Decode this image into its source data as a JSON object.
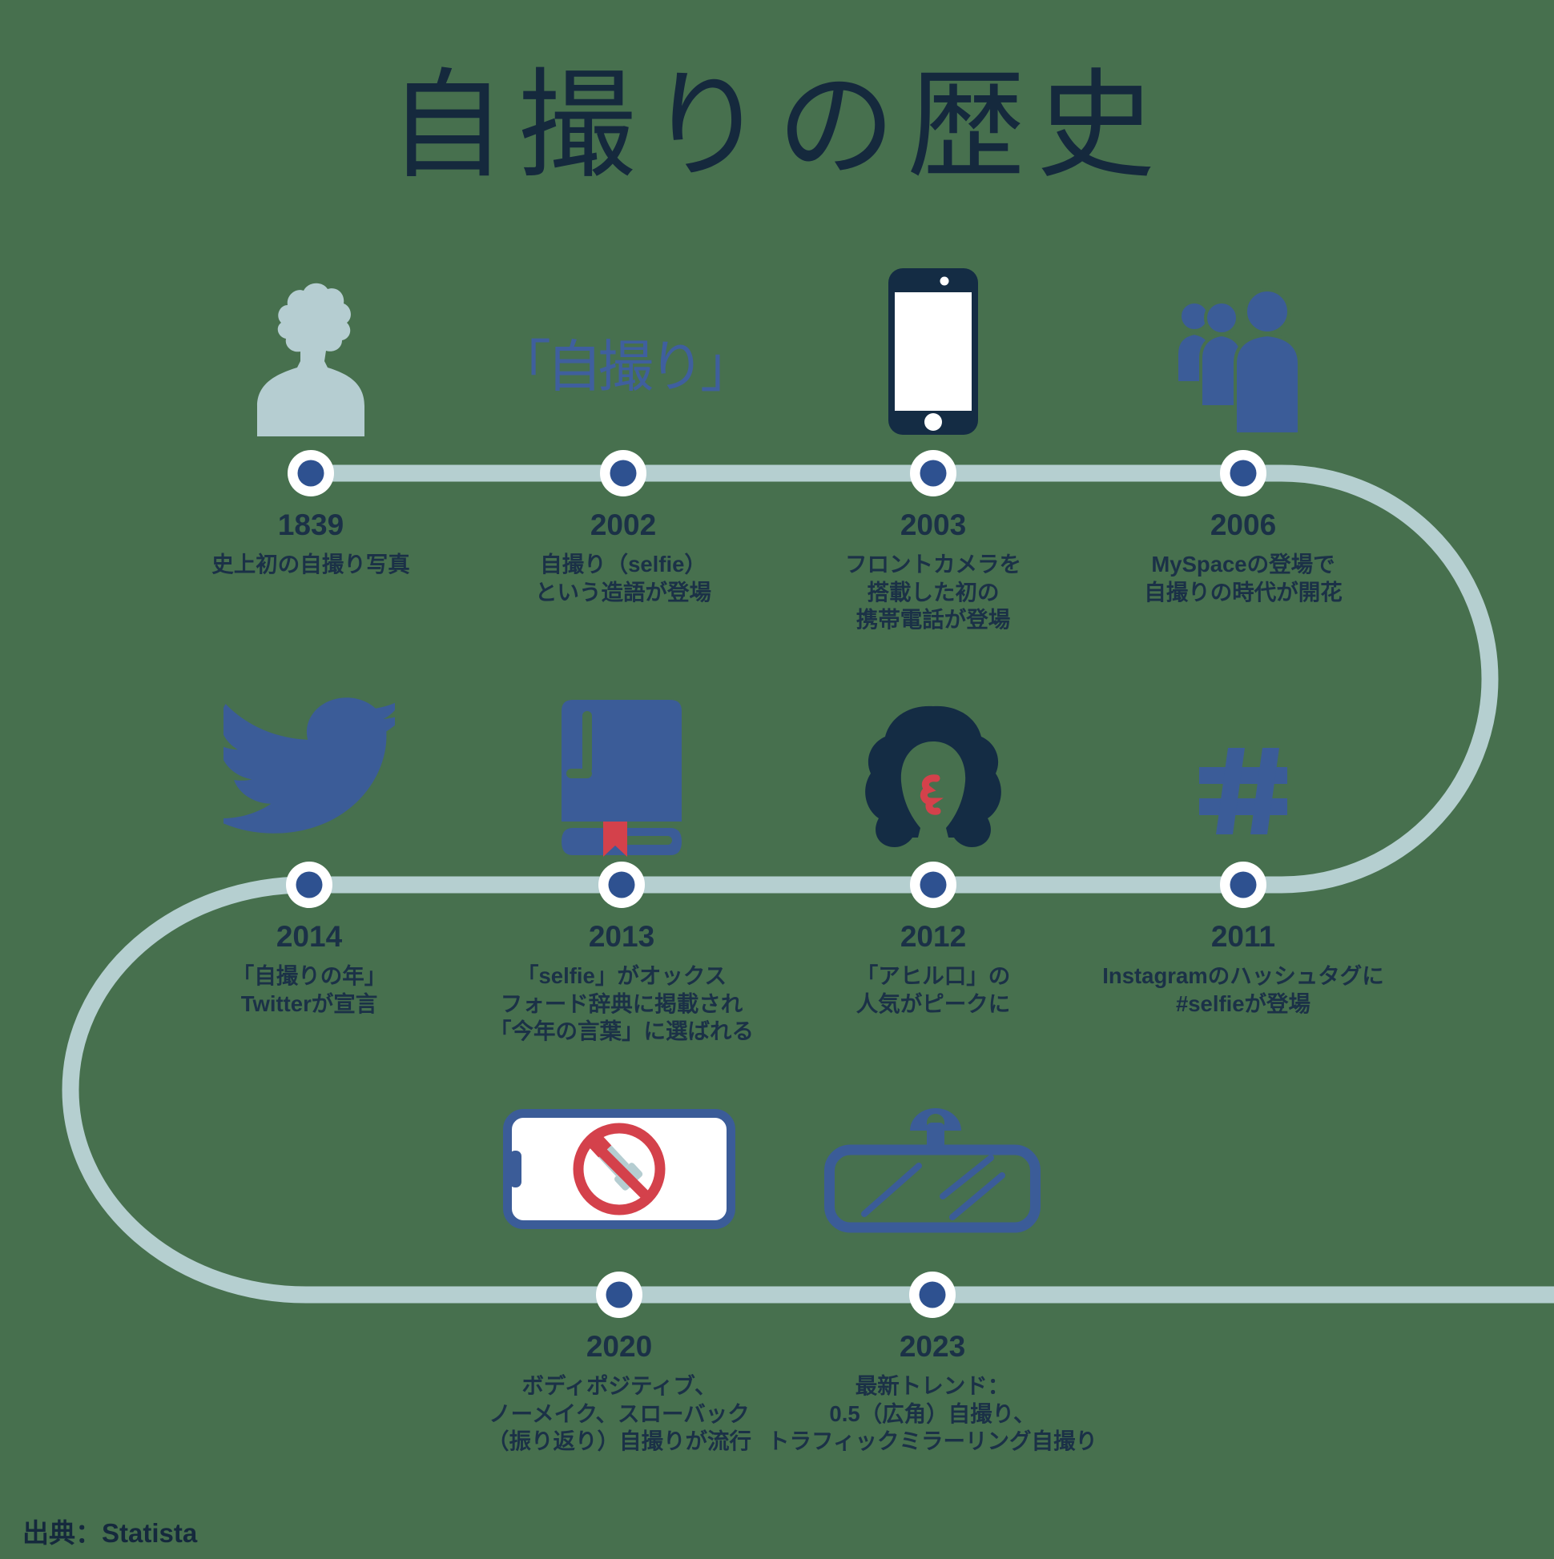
{
  "title": "自撮りの歴史",
  "source": "出典：Statista",
  "colors": {
    "background": "#47704e",
    "timeline": "#b5cfd0",
    "dot_inner": "#2e5190",
    "dot_outer": "#ffffff",
    "icon_blue": "#3b5c98",
    "icon_dark": "#142c44",
    "icon_light": "#b5cdd1",
    "accent_red": "#d4414b",
    "text": "#1b3147",
    "title_color": "#15293d"
  },
  "events": [
    {
      "year": "1839",
      "icon": "person-silhouette-icon",
      "desc": "史上初の自撮り写真"
    },
    {
      "year": "2002",
      "icon": "selfie-word-icon",
      "icon_text": "「自撮り」",
      "desc": "自撮り（selfie）\nという造語が登場"
    },
    {
      "year": "2003",
      "icon": "front-camera-phone-icon",
      "desc": "フロントカメラを\n搭載した初の\n携帯電話が登場"
    },
    {
      "year": "2006",
      "icon": "myspace-people-icon",
      "desc": "MySpaceの登場で\n自撮りの時代が開花"
    },
    {
      "year": "2014",
      "icon": "twitter-bird-icon",
      "desc": "「自撮りの年」\nTwitterが宣言"
    },
    {
      "year": "2013",
      "icon": "dictionary-book-icon",
      "desc": "「selfie」がオックス\nフォード辞典に掲載され\n「今年の言葉」に選ばれる"
    },
    {
      "year": "2012",
      "icon": "duck-face-woman-icon",
      "desc": "「アヒル口」の\n人気がピークに"
    },
    {
      "year": "2011",
      "icon": "hashtag-icon",
      "desc": "Instagramのハッシュタグに\n#selfieが登場"
    },
    {
      "year": "2020",
      "icon": "no-makeup-phone-icon",
      "desc": "ボディポジティブ、\nノーメイク、スローバック\n（振り返り）自撮りが流行"
    },
    {
      "year": "2023",
      "icon": "rearview-mirror-icon",
      "desc": "最新トレンド：\n0.5（広角）自撮り、\nトラフィックミラーリング自撮り"
    }
  ]
}
